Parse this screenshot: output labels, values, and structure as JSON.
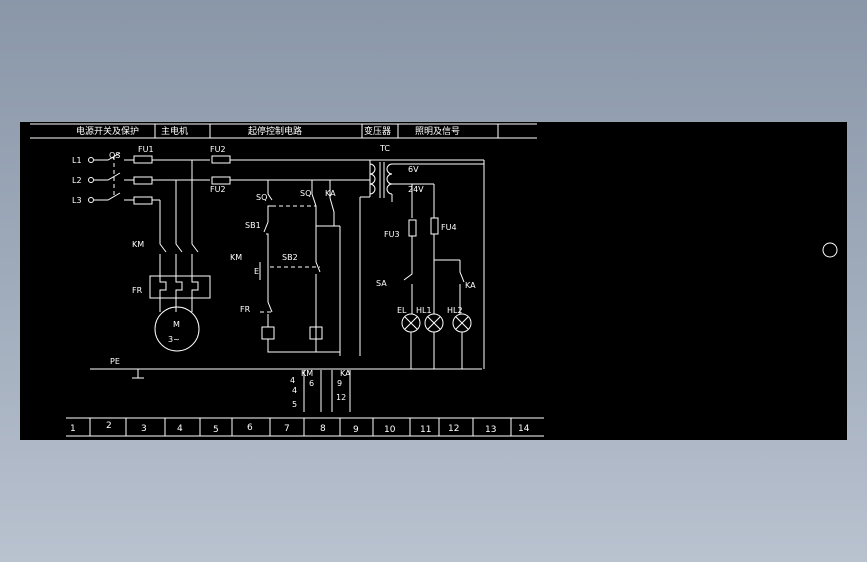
{
  "header": {
    "sections": [
      "电源开关及保护",
      "主电机",
      "起停控制电路",
      "变压器",
      "照明及信号"
    ]
  },
  "footer": {
    "columns": [
      "1",
      "2",
      "3",
      "4",
      "5",
      "6",
      "7",
      "8",
      "9",
      "10",
      "11",
      "12",
      "13",
      "14"
    ]
  },
  "labels": {
    "l1": "L1",
    "l2": "L2",
    "l3": "L3",
    "qs": "QS",
    "fu1": "FU1",
    "fu2a": "FU2",
    "fu2b": "FU2",
    "km_main": "KM",
    "fr_main": "FR",
    "motor_m": "M",
    "motor_3": "3~",
    "pe": "PE",
    "sq1": "SQ",
    "sq2": "SQ",
    "ka_top": "KA",
    "sb1": "SB1",
    "km_ctrl": "KM",
    "e_mark": "E",
    "sb2": "SB2",
    "fr_ctrl": "FR",
    "tc": "TC",
    "v6": "6V",
    "v24": "24V",
    "fu3": "FU3",
    "fu4": "FU4",
    "sa": "SA",
    "el": "EL",
    "hl1": "HL1",
    "hl2": "HL2",
    "ka_sig": "KA"
  },
  "contact_table": {
    "km_title": "KM",
    "km_col_a": [
      "4",
      "4",
      "5"
    ],
    "km_col_b": "6",
    "ka_title": "KA",
    "ka_col": [
      "9",
      "12"
    ]
  },
  "colors": {
    "background": "#000000",
    "line": "#ffffff",
    "page": "#98a5b6"
  },
  "icons": [
    "circle-marker-icon"
  ]
}
